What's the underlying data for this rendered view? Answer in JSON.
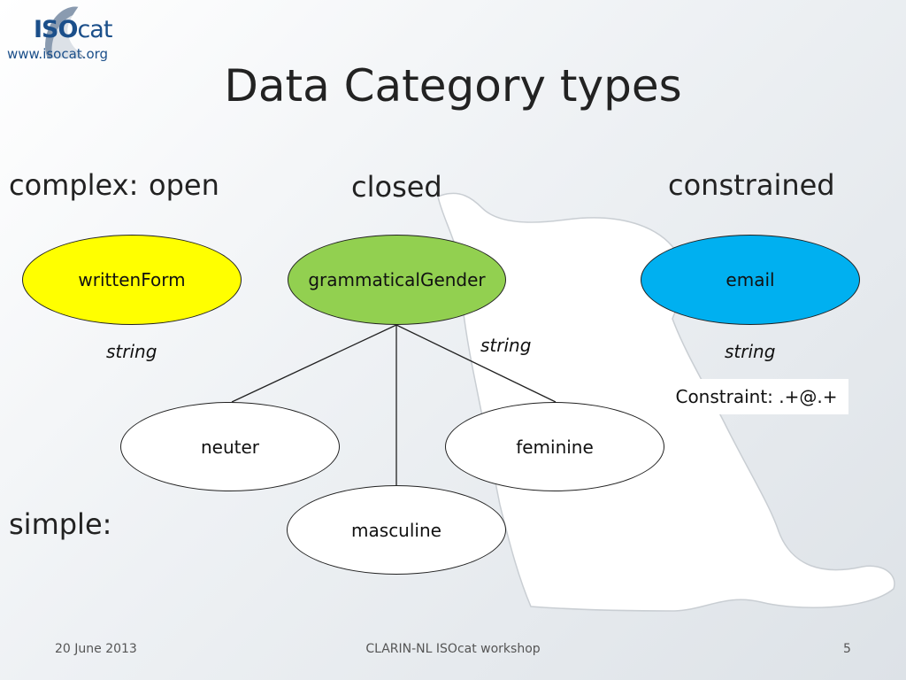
{
  "logo": {
    "word_iso": "ISO",
    "word_cat": "cat",
    "url": "www.isocat.org"
  },
  "title": "Data Category types",
  "row_labels": {
    "complex": "complex:",
    "simple": "simple:"
  },
  "columns": {
    "open": "open",
    "closed": "closed",
    "constrained": "constrained"
  },
  "nodes": {
    "writtenForm": {
      "label": "writtenForm",
      "color": "#ffff00"
    },
    "grammaticalGender": {
      "label": "grammaticalGender",
      "color": "#92d050"
    },
    "email": {
      "label": "email",
      "color": "#00b0f0"
    },
    "neuter": {
      "label": "neuter",
      "color": "#ffffff"
    },
    "feminine": {
      "label": "feminine",
      "color": "#ffffff"
    },
    "masculine": {
      "label": "masculine",
      "color": "#ffffff"
    }
  },
  "datatypes": {
    "open": "string",
    "closed": "string",
    "constrained": "string"
  },
  "constraint": "Constraint: .+@.+",
  "footer": {
    "date": "20 June 2013",
    "event": "CLARIN-NL ISOcat workshop",
    "page": "5"
  }
}
